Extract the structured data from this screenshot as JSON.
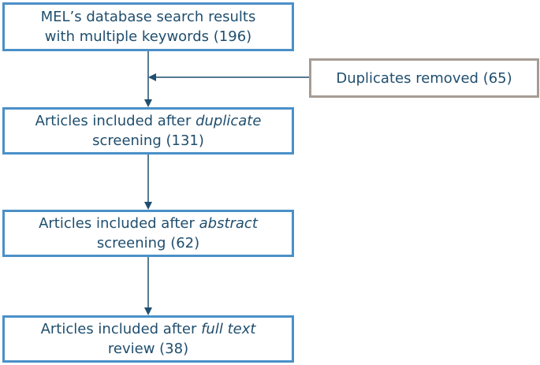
{
  "diagram": {
    "steps": [
      {
        "line1": "MEL’s database search results",
        "line2": "with multiple keywords (196)"
      },
      {
        "line1_prefix": "Articles included after ",
        "line1_em": "duplicate",
        "line2": "screening (131)"
      },
      {
        "line1_prefix": "Articles included after ",
        "line1_em": "abstract",
        "line2": "screening (62)"
      },
      {
        "line1_prefix": "Articles included after ",
        "line1_em": "full text",
        "line2": "review (38)"
      }
    ],
    "side_box": {
      "label": "Duplicates removed (65)"
    },
    "colors": {
      "step_border": "#4a90c8",
      "side_border": "#a69c94",
      "arrow": "#1f4e6e",
      "text": "#1f4e6e"
    }
  }
}
